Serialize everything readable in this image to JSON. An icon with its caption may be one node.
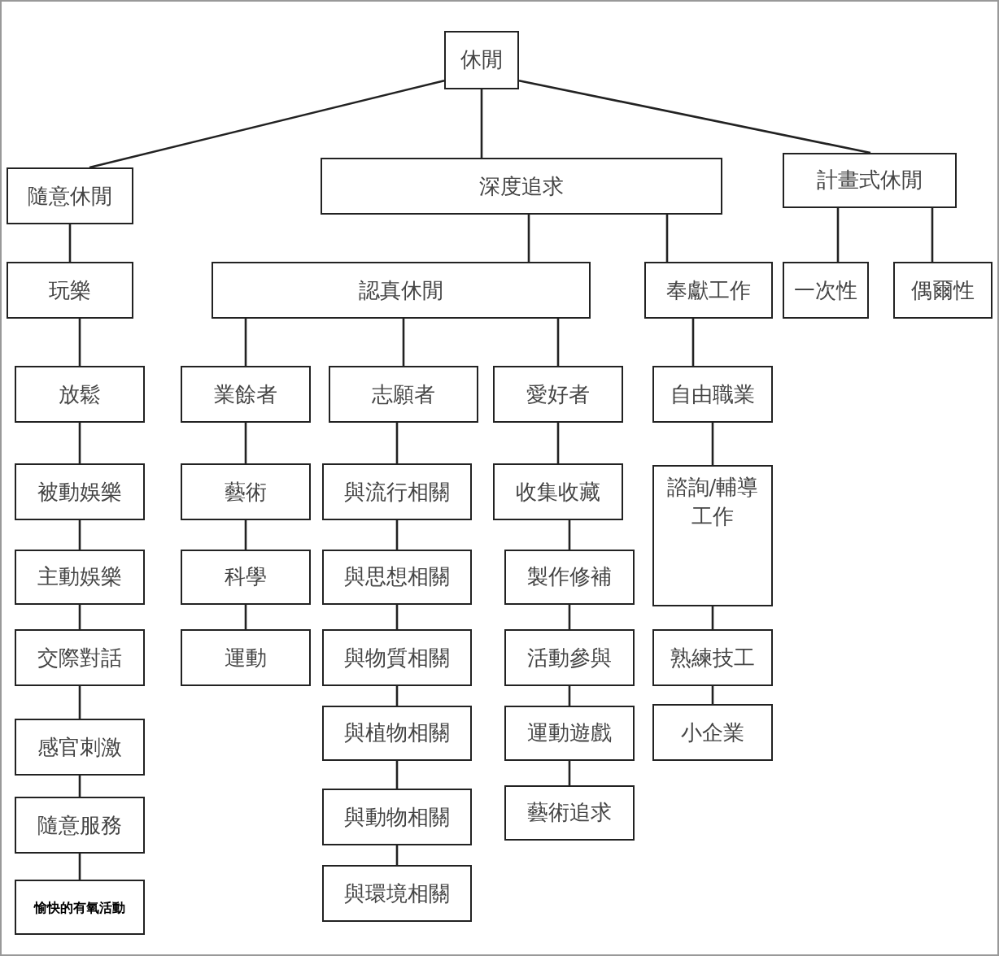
{
  "diagram": {
    "nodes": [
      {
        "text": [
          "休閒"
        ]
      },
      {
        "text": [
          "隨意休閒"
        ]
      },
      {
        "text": [
          "深度追求"
        ]
      },
      {
        "text": [
          "計畫式休閒"
        ]
      },
      {
        "text": [
          "玩樂"
        ]
      },
      {
        "text": [
          "認真休閒"
        ]
      },
      {
        "text": [
          "奉獻工作"
        ]
      },
      {
        "text": [
          "一次性"
        ]
      },
      {
        "text": [
          "偶爾性"
        ]
      },
      {
        "text": [
          "放鬆"
        ]
      },
      {
        "text": [
          "業餘者"
        ]
      },
      {
        "text": [
          "志願者"
        ]
      },
      {
        "text": [
          "愛好者"
        ]
      },
      {
        "text": [
          "自由職業"
        ]
      },
      {
        "text": [
          "被動娛樂"
        ]
      },
      {
        "text": [
          "藝術"
        ]
      },
      {
        "text": [
          "與流行相關"
        ]
      },
      {
        "text": [
          "收集收藏"
        ]
      },
      {
        "text": [
          "諮詢/輔導工作"
        ]
      },
      {
        "text": [
          "主動娛樂"
        ]
      },
      {
        "text": [
          "科學"
        ]
      },
      {
        "text": [
          "與思想相關"
        ]
      },
      {
        "text": [
          "製作修補"
        ]
      },
      {
        "text": [
          "交際對話"
        ]
      },
      {
        "text": [
          "運動"
        ]
      },
      {
        "text": [
          "與物質相關"
        ]
      },
      {
        "text": [
          "活動參與"
        ]
      },
      {
        "text": [
          "熟練技工"
        ]
      },
      {
        "text": [
          "感官刺激"
        ]
      },
      {
        "text": [
          "與植物相關"
        ]
      },
      {
        "text": [
          "運動遊戲"
        ]
      },
      {
        "text": [
          "小企業"
        ]
      },
      {
        "text": [
          "隨意服務"
        ]
      },
      {
        "text": [
          "與動物相關"
        ]
      },
      {
        "text": [
          "藝術追求"
        ]
      },
      {
        "text": [
          "愉快的有氧活動"
        ]
      },
      {
        "text": [
          "與環境相關"
        ]
      }
    ],
    "edges": [
      {
        "from": 0,
        "to": 1,
        "arrow": "none"
      },
      {
        "from": 0,
        "to": 2,
        "arrow": "none"
      },
      {
        "from": 0,
        "to": 3,
        "arrow": "none"
      },
      {
        "from": 1,
        "to": 4,
        "arrow": "none"
      },
      {
        "from": 2,
        "to": 5,
        "arrow": "none"
      },
      {
        "from": 2,
        "to": 6,
        "arrow": "none"
      },
      {
        "from": 3,
        "to": 7,
        "arrow": "none"
      },
      {
        "from": 3,
        "to": 8,
        "arrow": "none"
      },
      {
        "from": 4,
        "to": 9,
        "arrow": "none"
      },
      {
        "from": 5,
        "to": 10,
        "arrow": "none"
      },
      {
        "from": 5,
        "to": 11,
        "arrow": "none"
      },
      {
        "from": 5,
        "to": 12,
        "arrow": "none"
      },
      {
        "from": 6,
        "to": 13,
        "arrow": "none"
      },
      {
        "from": 9,
        "to": 14,
        "arrow": "none"
      },
      {
        "from": 14,
        "to": 19,
        "arrow": "none"
      },
      {
        "from": 19,
        "to": 23,
        "arrow": "none"
      },
      {
        "from": 23,
        "to": 28,
        "arrow": "none"
      },
      {
        "from": 28,
        "to": 32,
        "arrow": "none"
      },
      {
        "from": 32,
        "to": 35,
        "arrow": "none"
      },
      {
        "from": 10,
        "to": 15,
        "arrow": "none"
      },
      {
        "from": 15,
        "to": 20,
        "arrow": "none"
      },
      {
        "from": 20,
        "to": 24,
        "arrow": "none"
      },
      {
        "from": 11,
        "to": 16,
        "arrow": "none"
      },
      {
        "from": 16,
        "to": 21,
        "arrow": "none"
      },
      {
        "from": 21,
        "to": 25,
        "arrow": "none"
      },
      {
        "from": 25,
        "to": 29,
        "arrow": "none"
      },
      {
        "from": 29,
        "to": 33,
        "arrow": "none"
      },
      {
        "from": 33,
        "to": 36,
        "arrow": "none"
      },
      {
        "from": 12,
        "to": 17,
        "arrow": "none"
      },
      {
        "from": 17,
        "to": 22,
        "arrow": "none"
      },
      {
        "from": 22,
        "to": 26,
        "arrow": "none"
      },
      {
        "from": 26,
        "to": 30,
        "arrow": "none"
      },
      {
        "from": 30,
        "to": 34,
        "arrow": "none"
      },
      {
        "from": 13,
        "to": 18,
        "arrow": "none"
      },
      {
        "from": 18,
        "to": 27,
        "arrow": "none"
      },
      {
        "from": 27,
        "to": 31,
        "arrow": "none"
      }
    ]
  }
}
